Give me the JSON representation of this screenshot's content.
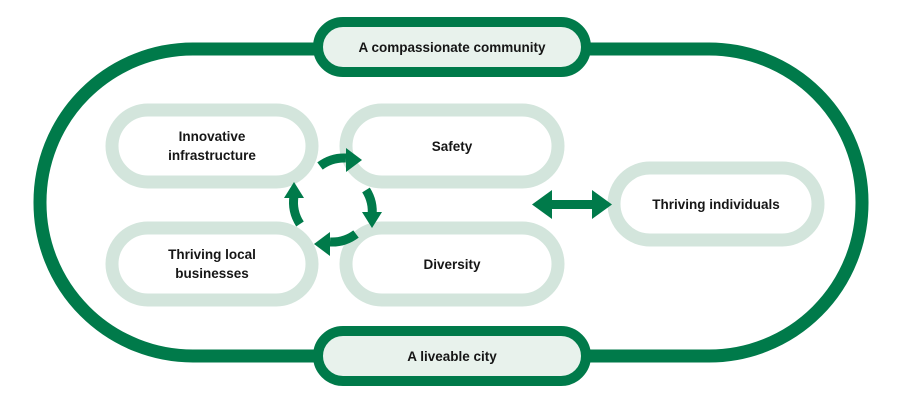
{
  "colors": {
    "dark_green": "#007a4a",
    "light_green": "#d3e5dc",
    "pill_fill": "#e8f2ec",
    "text": "#161616"
  },
  "diagram": {
    "outer_top_label": "A compassionate community",
    "outer_bottom_label": "A liveable city",
    "nodes": {
      "innovative_infrastructure": "Innovative\ninfrastructure",
      "safety": "Safety",
      "thriving_local_businesses": "Thriving local\nbusinesses",
      "diversity": "Diversity",
      "thriving_individuals": "Thriving individuals"
    },
    "cycle_arrows_icon": "circular-cycle-arrows-icon",
    "connector_icon": "double-headed-arrow-icon"
  }
}
